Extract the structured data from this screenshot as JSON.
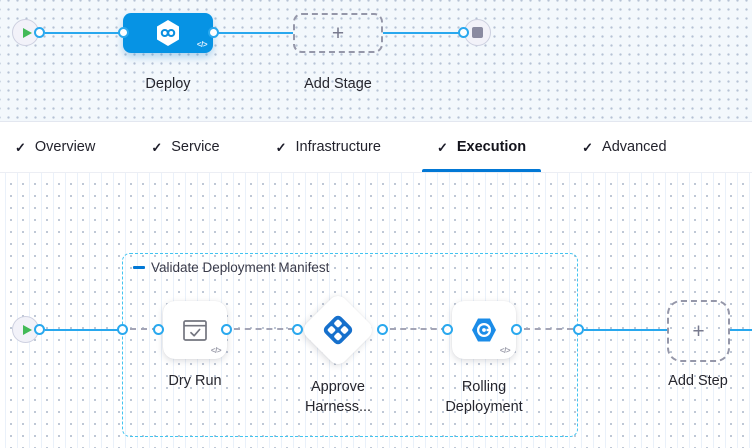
{
  "icons": {
    "check": "✓",
    "plus": "+",
    "code": "</>"
  },
  "colors": {
    "accent_blue": "#0693e4",
    "line_blue": "#29a8ee",
    "tab_underline_blue": "#0278d5",
    "group_border_cyan": "#41c4f1",
    "play_green": "#42ba57",
    "dashed_gray": "#9597a9"
  },
  "stage_graph": {
    "stage_label": "Deploy",
    "add_stage_label": "Add Stage"
  },
  "tabs": [
    {
      "label": "Overview",
      "active": false
    },
    {
      "label": "Service",
      "active": false
    },
    {
      "label": "Infrastructure",
      "active": false
    },
    {
      "label": "Execution",
      "active": true
    },
    {
      "label": "Advanced",
      "active": false
    }
  ],
  "execution_graph": {
    "group_label": "Validate Deployment Manifest",
    "steps": [
      {
        "label": "Dry Run",
        "type": "dry-run"
      },
      {
        "label": "Approve Harness...",
        "type": "harness-approval"
      },
      {
        "label": "Rolling Deployment",
        "type": "k8s-rolling"
      }
    ],
    "add_step_label": "Add Step"
  }
}
